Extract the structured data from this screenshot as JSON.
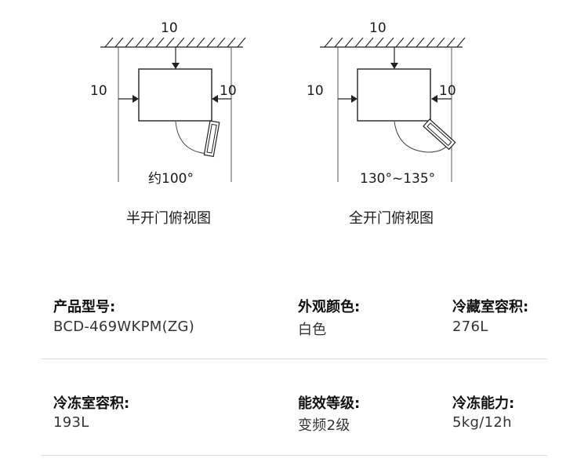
{
  "diagrams": [
    {
      "top_label": "10",
      "left_label": "10",
      "right_label": "10",
      "angle_label": "约100°",
      "caption": "半开门俯视图"
    },
    {
      "top_label": "10",
      "left_label": "10",
      "right_label": "10",
      "angle_label": "130°~135°",
      "caption": "全开门俯视图"
    }
  ],
  "specs": [
    {
      "label": "产品型号:",
      "value": "BCD-469WKPM(ZG)"
    },
    {
      "label": "外观颜色:",
      "value": "白色"
    },
    {
      "label": "冷藏室容积:",
      "value": "276L"
    },
    {
      "label": "冷冻室容积:",
      "value": "193L"
    },
    {
      "label": "能效等级:",
      "value": "变频2级"
    },
    {
      "label": "冷冻能力:",
      "value": "5kg/12h"
    }
  ]
}
